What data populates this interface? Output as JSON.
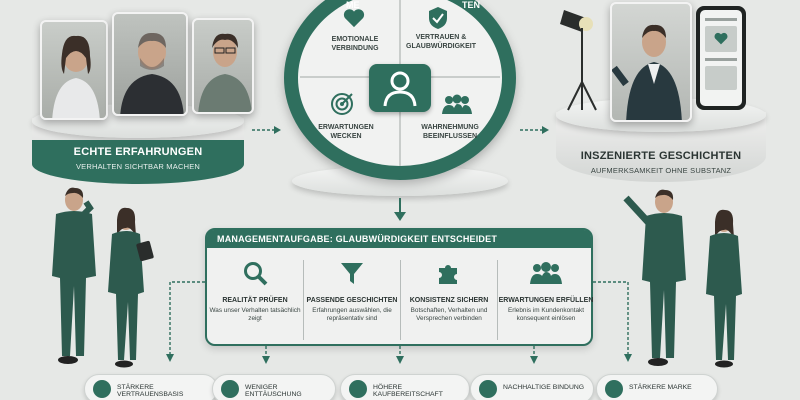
{
  "left_platform": {
    "title": "ECHTE ERFAHRUNGEN",
    "subtitle": "VERHALTEN SICHTBAR MACHEN"
  },
  "circle": {
    "top_label_left": "ME",
    "top_label_right": "TEN",
    "quadrants": [
      {
        "label": "EMOTIONALE VERBINDUNG",
        "icon": "heart-icon"
      },
      {
        "label": "VERTRAUEN & GLAUBWÜRDIGKEIT",
        "icon": "shield-check-icon"
      },
      {
        "label": "ERWARTUNGEN WECKEN",
        "icon": "target-icon"
      },
      {
        "label": "WAHRNEHMUNG BEEINFLUSSEN",
        "icon": "group-icon"
      }
    ],
    "center_icon": "person-icon"
  },
  "right_platform": {
    "title": "INSZENIERTE GESCHICHTEN",
    "subtitle": "AUFMERKSAMKEIT OHNE SUBSTANZ"
  },
  "management": {
    "header": "MANAGEMENTAUFGABE: GLAUBWÜRDIGKEIT ENTSCHEIDET",
    "columns": [
      {
        "title": "REALITÄT PRÜFEN",
        "desc": "Was unser Verhalten tatsächlich zeigt",
        "icon": "magnifier-icon"
      },
      {
        "title": "PASSENDE GESCHICHTEN",
        "desc": "Erfahrungen auswählen, die repräsentativ sind",
        "icon": "funnel-icon"
      },
      {
        "title": "KONSISTENZ SICHERN",
        "desc": "Botschaften, Verhalten und Versprechen verbinden",
        "icon": "puzzle-icon"
      },
      {
        "title": "ERWARTUNGEN ERFÜLLEN",
        "desc": "Erlebnis im Kundenkontakt konsequent einlösen",
        "icon": "people-icon"
      }
    ]
  },
  "outcomes": [
    {
      "label": "STÄRKERE VERTRAUENSBASIS",
      "icon": "people-icon"
    },
    {
      "label": "WENIGER ENTTÄUSCHUNG",
      "icon": "shield-icon"
    },
    {
      "label": "HÖHERE KAUFBEREITSCHAFT",
      "icon": "cart-icon"
    },
    {
      "label": "NACHHALTIGE BINDUNG",
      "icon": "cycle-icon"
    },
    {
      "label": "STÄRKERE MARKE",
      "icon": "growth-icon"
    }
  ],
  "colors": {
    "accent": "#2f6f5e",
    "background": "#e6e8e6"
  }
}
